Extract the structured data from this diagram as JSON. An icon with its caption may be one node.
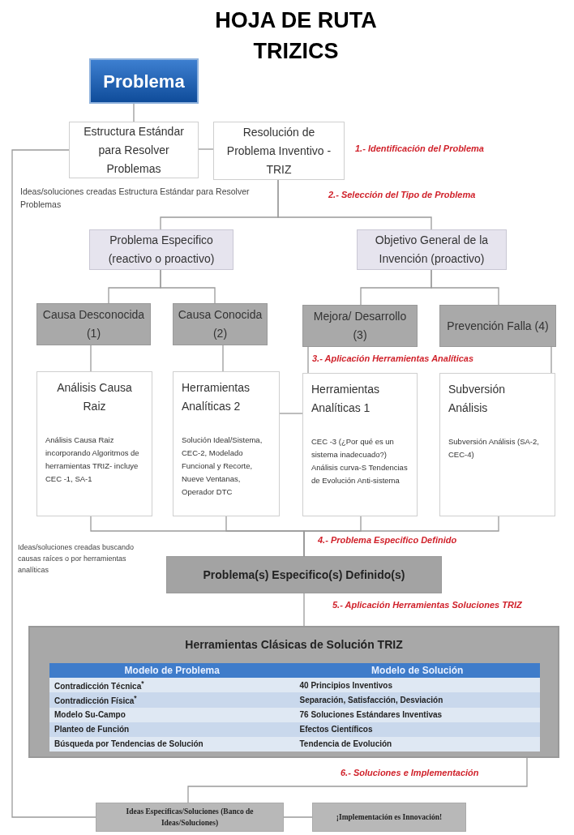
{
  "diagram": {
    "title": "HOJA DE RUTA TRIZICS",
    "nodes": [
      {
        "text": [
          "Problema"
        ]
      },
      {
        "text": [
          "Estructura Estándar para Resolver Problemas"
        ]
      },
      {
        "text": [
          "Resolución de Problema Inventivo - TRIZ"
        ]
      },
      {
        "text": [
          "Problema Especifico (reactivo o proactivo)"
        ]
      },
      {
        "text": [
          "Objetivo General de la Invención (proactivo)"
        ]
      },
      {
        "text": [
          "Causa Desconocida (1)"
        ]
      },
      {
        "text": [
          "Causa Conocida (2)"
        ]
      },
      {
        "text": [
          "Mejora/ Desarrollo (3)"
        ]
      },
      {
        "text": [
          "Prevención Falla (4)"
        ]
      },
      {
        "text": [
          "Análisis Causa Raiz",
          "Análisis Causa Raiz incorporando Algoritmos de herramientas TRIZ- incluye CEC -1, SA-1"
        ]
      },
      {
        "text": [
          "Herramientas Analíticas 2",
          "Solución Ideal/Sistema, CEC-2, Modelado Funcional y Recorte, Nueve Ventanas, Operador DTC"
        ]
      },
      {
        "text": [
          "Herramientas Analíticas 1",
          "CEC -3 (¿Por qué es un sistema inadecuado?) Análisis curva-S Tendencias de Evolución Anti-sistema"
        ]
      },
      {
        "text": [
          "Subversión Análisis",
          "Subversión Análisis (SA-2, CEC-4)"
        ]
      },
      {
        "text": [
          "Problema(s) Especifico(s) Definido(s)"
        ]
      },
      {
        "text": [
          "Herramientas Clásicas de Solución TRIZ"
        ]
      },
      {
        "text": [
          "Ideas Específicas/Soluciones (Banco de Ideas/Soluciones)"
        ]
      },
      {
        "text": [
          "¡Implementación es Innovación!"
        ]
      }
    ],
    "edges": [
      {
        "from": 0,
        "to": 1,
        "arrow": "none"
      },
      {
        "from": 1,
        "to": 2,
        "arrow": "none"
      },
      {
        "from": 2,
        "to": 3,
        "arrow": "none"
      },
      {
        "from": 2,
        "to": 4,
        "arrow": "none"
      },
      {
        "from": 3,
        "to": 5,
        "arrow": "none"
      },
      {
        "from": 3,
        "to": 6,
        "arrow": "none"
      },
      {
        "from": 4,
        "to": 7,
        "arrow": "none"
      },
      {
        "from": 4,
        "to": 8,
        "arrow": "none"
      },
      {
        "from": 5,
        "to": 9,
        "arrow": "none"
      },
      {
        "from": 6,
        "to": 10,
        "arrow": "none"
      },
      {
        "from": 7,
        "to": 11,
        "arrow": "none"
      },
      {
        "from": 8,
        "to": 12,
        "arrow": "none"
      },
      {
        "from": 10,
        "to": 11,
        "arrow": "none"
      },
      {
        "from": 9,
        "to": 13,
        "arrow": "none"
      },
      {
        "from": 10,
        "to": 13,
        "arrow": "none"
      },
      {
        "from": 11,
        "to": 13,
        "arrow": "none"
      },
      {
        "from": 12,
        "to": 13,
        "arrow": "none"
      },
      {
        "from": 13,
        "to": 14,
        "arrow": "none"
      },
      {
        "from": 14,
        "to": 15,
        "arrow": "none"
      },
      {
        "from": 15,
        "to": 16,
        "arrow": "none"
      },
      {
        "from": 1,
        "to": 15,
        "arrow": "none"
      }
    ],
    "labels": [
      "1.- Identificación del Problema",
      "2.- Selección del Tipo de Problema",
      "Ideas/soluciones creadas Estructura Estándar para Resolver Problemas",
      "3.- Aplicación Herramientas Analíticas",
      "4.- Problema Especifico Definido",
      "Ideas/soluciones creadas buscando causas raíces o por herramientas analíticas",
      "5.- Aplicación Herramientas Soluciones TRIZ",
      "Modelo de Problema",
      "Modelo de Solución",
      "Contradicción Técnica$^{*}$",
      "40 Principios Inventivos",
      "Contradicción Física$^{*}$",
      "Separación, Satisfacción, Desviación",
      "Modelo Su-Campo",
      "76 Soluciones Estándares Inventivas",
      "Planteo de Función",
      "Efectos Científicos",
      "Búsqueda por Tendencias de Solución",
      "Tendencia de Evolución",
      "6.- Soluciones e Implementación"
    ]
  }
}
